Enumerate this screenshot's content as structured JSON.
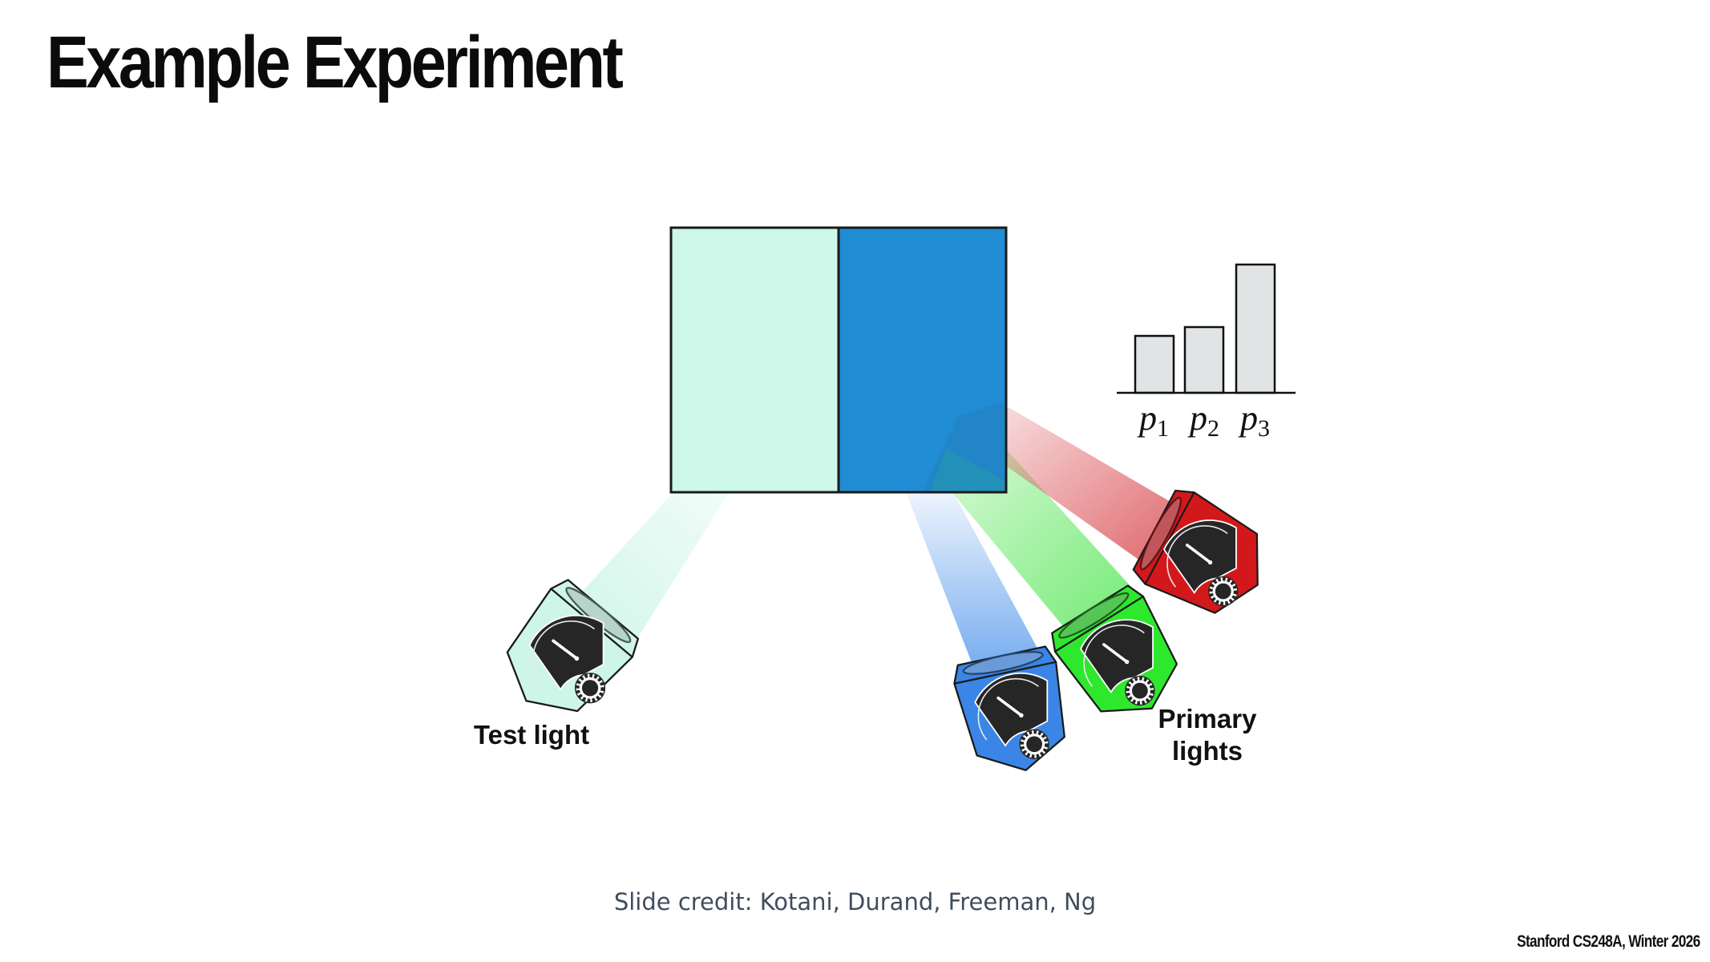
{
  "slide": {
    "title": "Example Experiment",
    "credit": "Slide credit: Kotani, Durand, Freeman, Ng",
    "footer": "Stanford CS248A, Winter 2026"
  },
  "diagram": {
    "split_field": {
      "left_color": "#ccf7e9",
      "right_color": "#1f8cd4",
      "border_color": "#1a1a1a"
    },
    "labels": {
      "test_light": "Test light",
      "primary_lights_line1": "Primary",
      "primary_lights_line2": "lights"
    },
    "projectors": [
      {
        "name": "test-light-projector",
        "color": "#cdf5e8",
        "beam": "#c9f4e6"
      },
      {
        "name": "blue-primary-projector",
        "color": "#3a85e6",
        "beam": "#7fb1f0"
      },
      {
        "name": "green-primary-projector",
        "color": "#2ee82e",
        "beam": "#7ff07f"
      },
      {
        "name": "red-primary-projector",
        "color": "#d3181c",
        "beam": "#de6a6e"
      }
    ]
  },
  "chart_data": {
    "type": "bar",
    "title": "",
    "categories": [
      "p1",
      "p2",
      "p3"
    ],
    "category_display": [
      {
        "base": "p",
        "sub": "1"
      },
      {
        "base": "p",
        "sub": "2"
      },
      {
        "base": "p",
        "sub": "3"
      }
    ],
    "values": [
      0.45,
      0.52,
      1.0
    ],
    "xlabel": "",
    "ylabel": "",
    "ylim": [
      0,
      1
    ],
    "grid": false,
    "legend": "none",
    "bar_fill": "#e1e4e5",
    "bar_stroke": "#111111"
  }
}
